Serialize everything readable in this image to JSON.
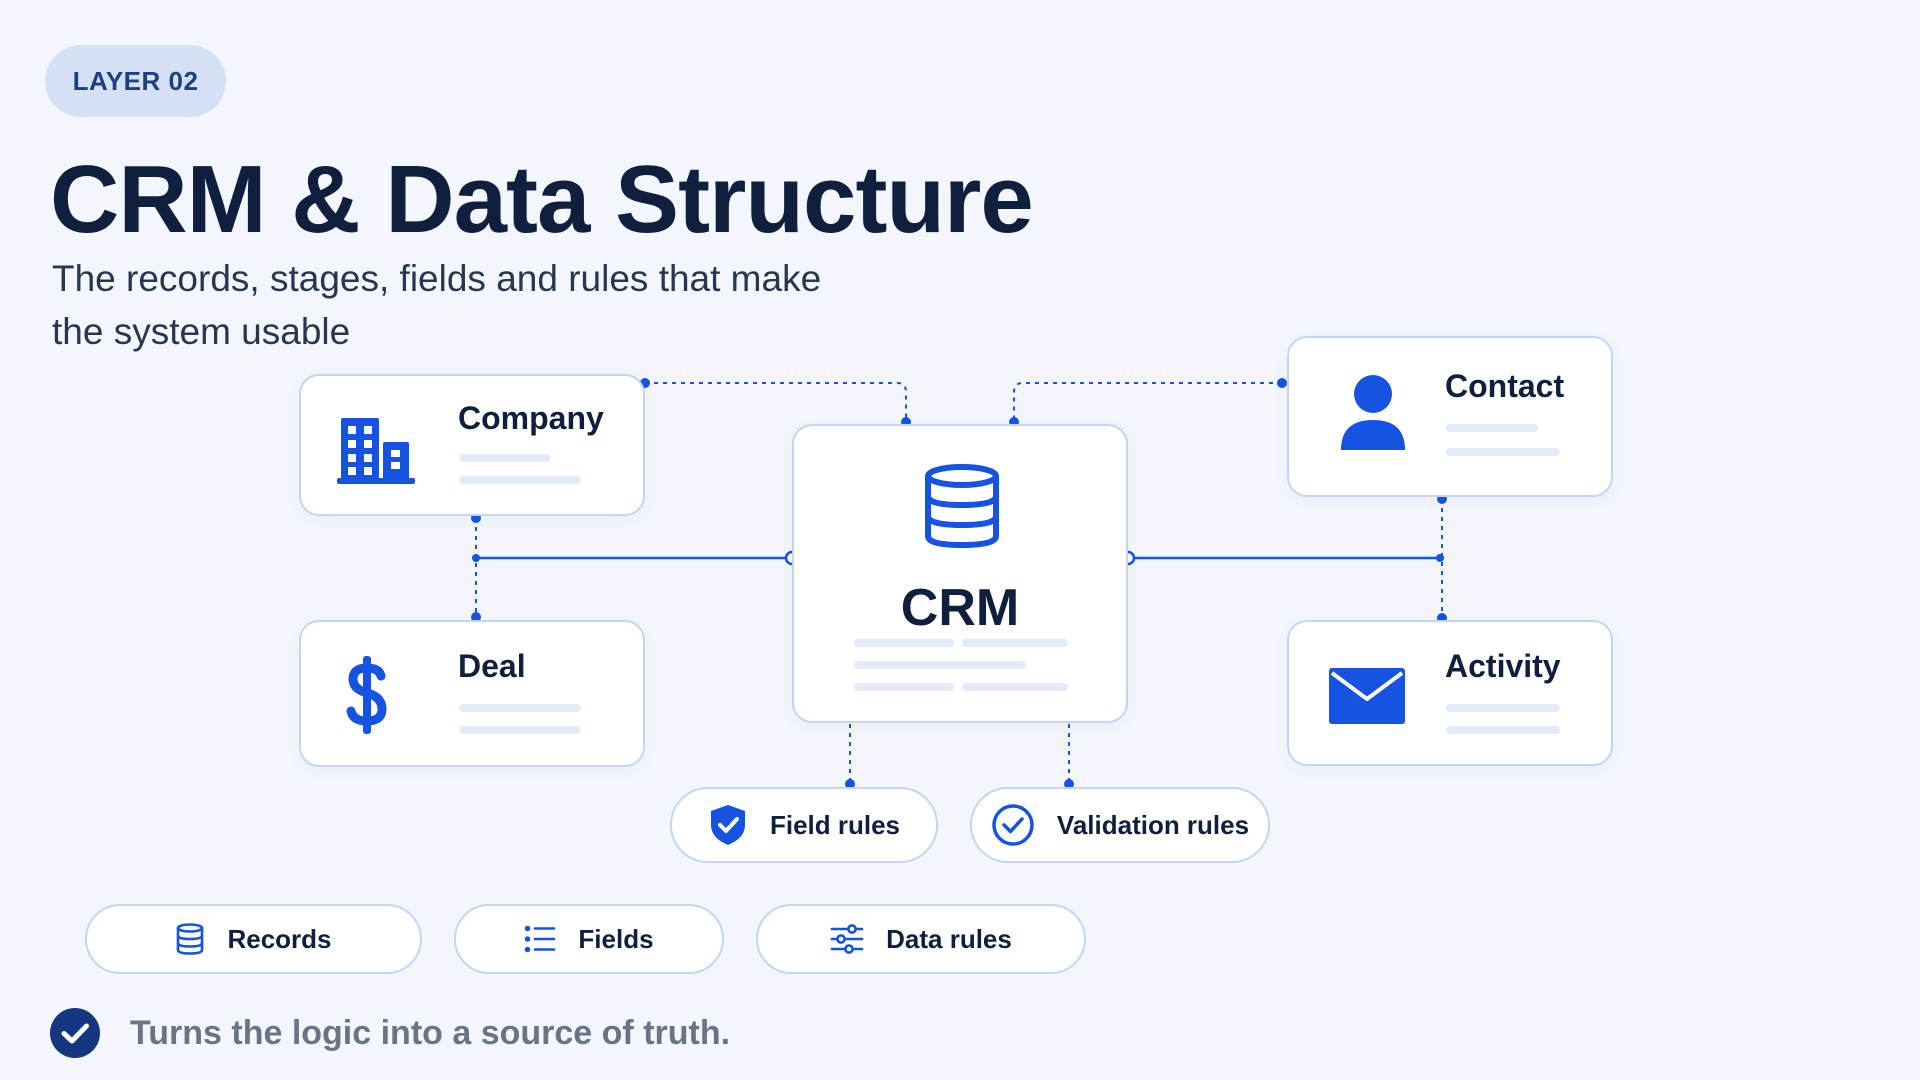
{
  "header": {
    "badge": "LAYER 02",
    "title": "CRM & Data Structure",
    "subtitle": "The records, stages, fields and rules that make the system usable"
  },
  "diagram": {
    "center": {
      "label": "CRM",
      "icon": "database-icon"
    },
    "entities": [
      {
        "label": "Company",
        "icon": "building-icon"
      },
      {
        "label": "Deal",
        "icon": "dollar-icon"
      },
      {
        "label": "Contact",
        "icon": "user-icon"
      },
      {
        "label": "Activity",
        "icon": "envelope-icon"
      }
    ],
    "rules": [
      {
        "label": "Field rules",
        "icon": "shield-check-icon"
      },
      {
        "label": "Validation rules",
        "icon": "circle-check-icon"
      }
    ]
  },
  "pills": [
    {
      "label": "Records",
      "icon": "database-icon"
    },
    {
      "label": "Fields",
      "icon": "list-icon"
    },
    {
      "label": "Data rules",
      "icon": "sliders-icon"
    }
  ],
  "footer": {
    "text": "Turns the logic into a source of truth.",
    "icon": "check-circle-icon"
  },
  "colors": {
    "accent": "#1553e0",
    "navy": "#0f1f3d",
    "border": "#c6d5ef",
    "background": "#f3f6fc"
  }
}
